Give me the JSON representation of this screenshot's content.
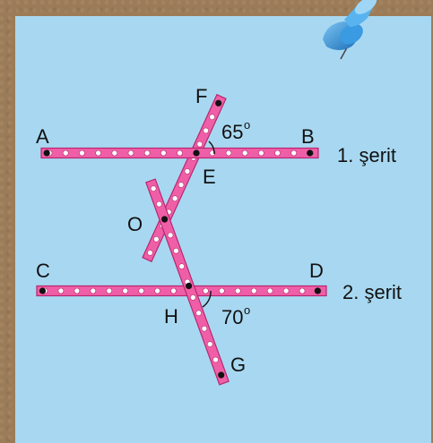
{
  "points": {
    "A": "A",
    "B": "B",
    "C": "C",
    "D": "D",
    "E": "E",
    "F": "F",
    "G": "G",
    "H": "H",
    "O": "O"
  },
  "angles": {
    "top": {
      "value": "65",
      "unit": "o"
    },
    "bottom": {
      "value": "70",
      "unit": "o"
    }
  },
  "strips": {
    "upper": "1. şerit",
    "lower": "2. şerit"
  },
  "colors": {
    "board": "#a8d8f1",
    "strip_fill": "#ef5fa7",
    "strip_edge": "#b8266e",
    "frame": "#9c7c58",
    "pin": "#2d8fd8"
  }
}
